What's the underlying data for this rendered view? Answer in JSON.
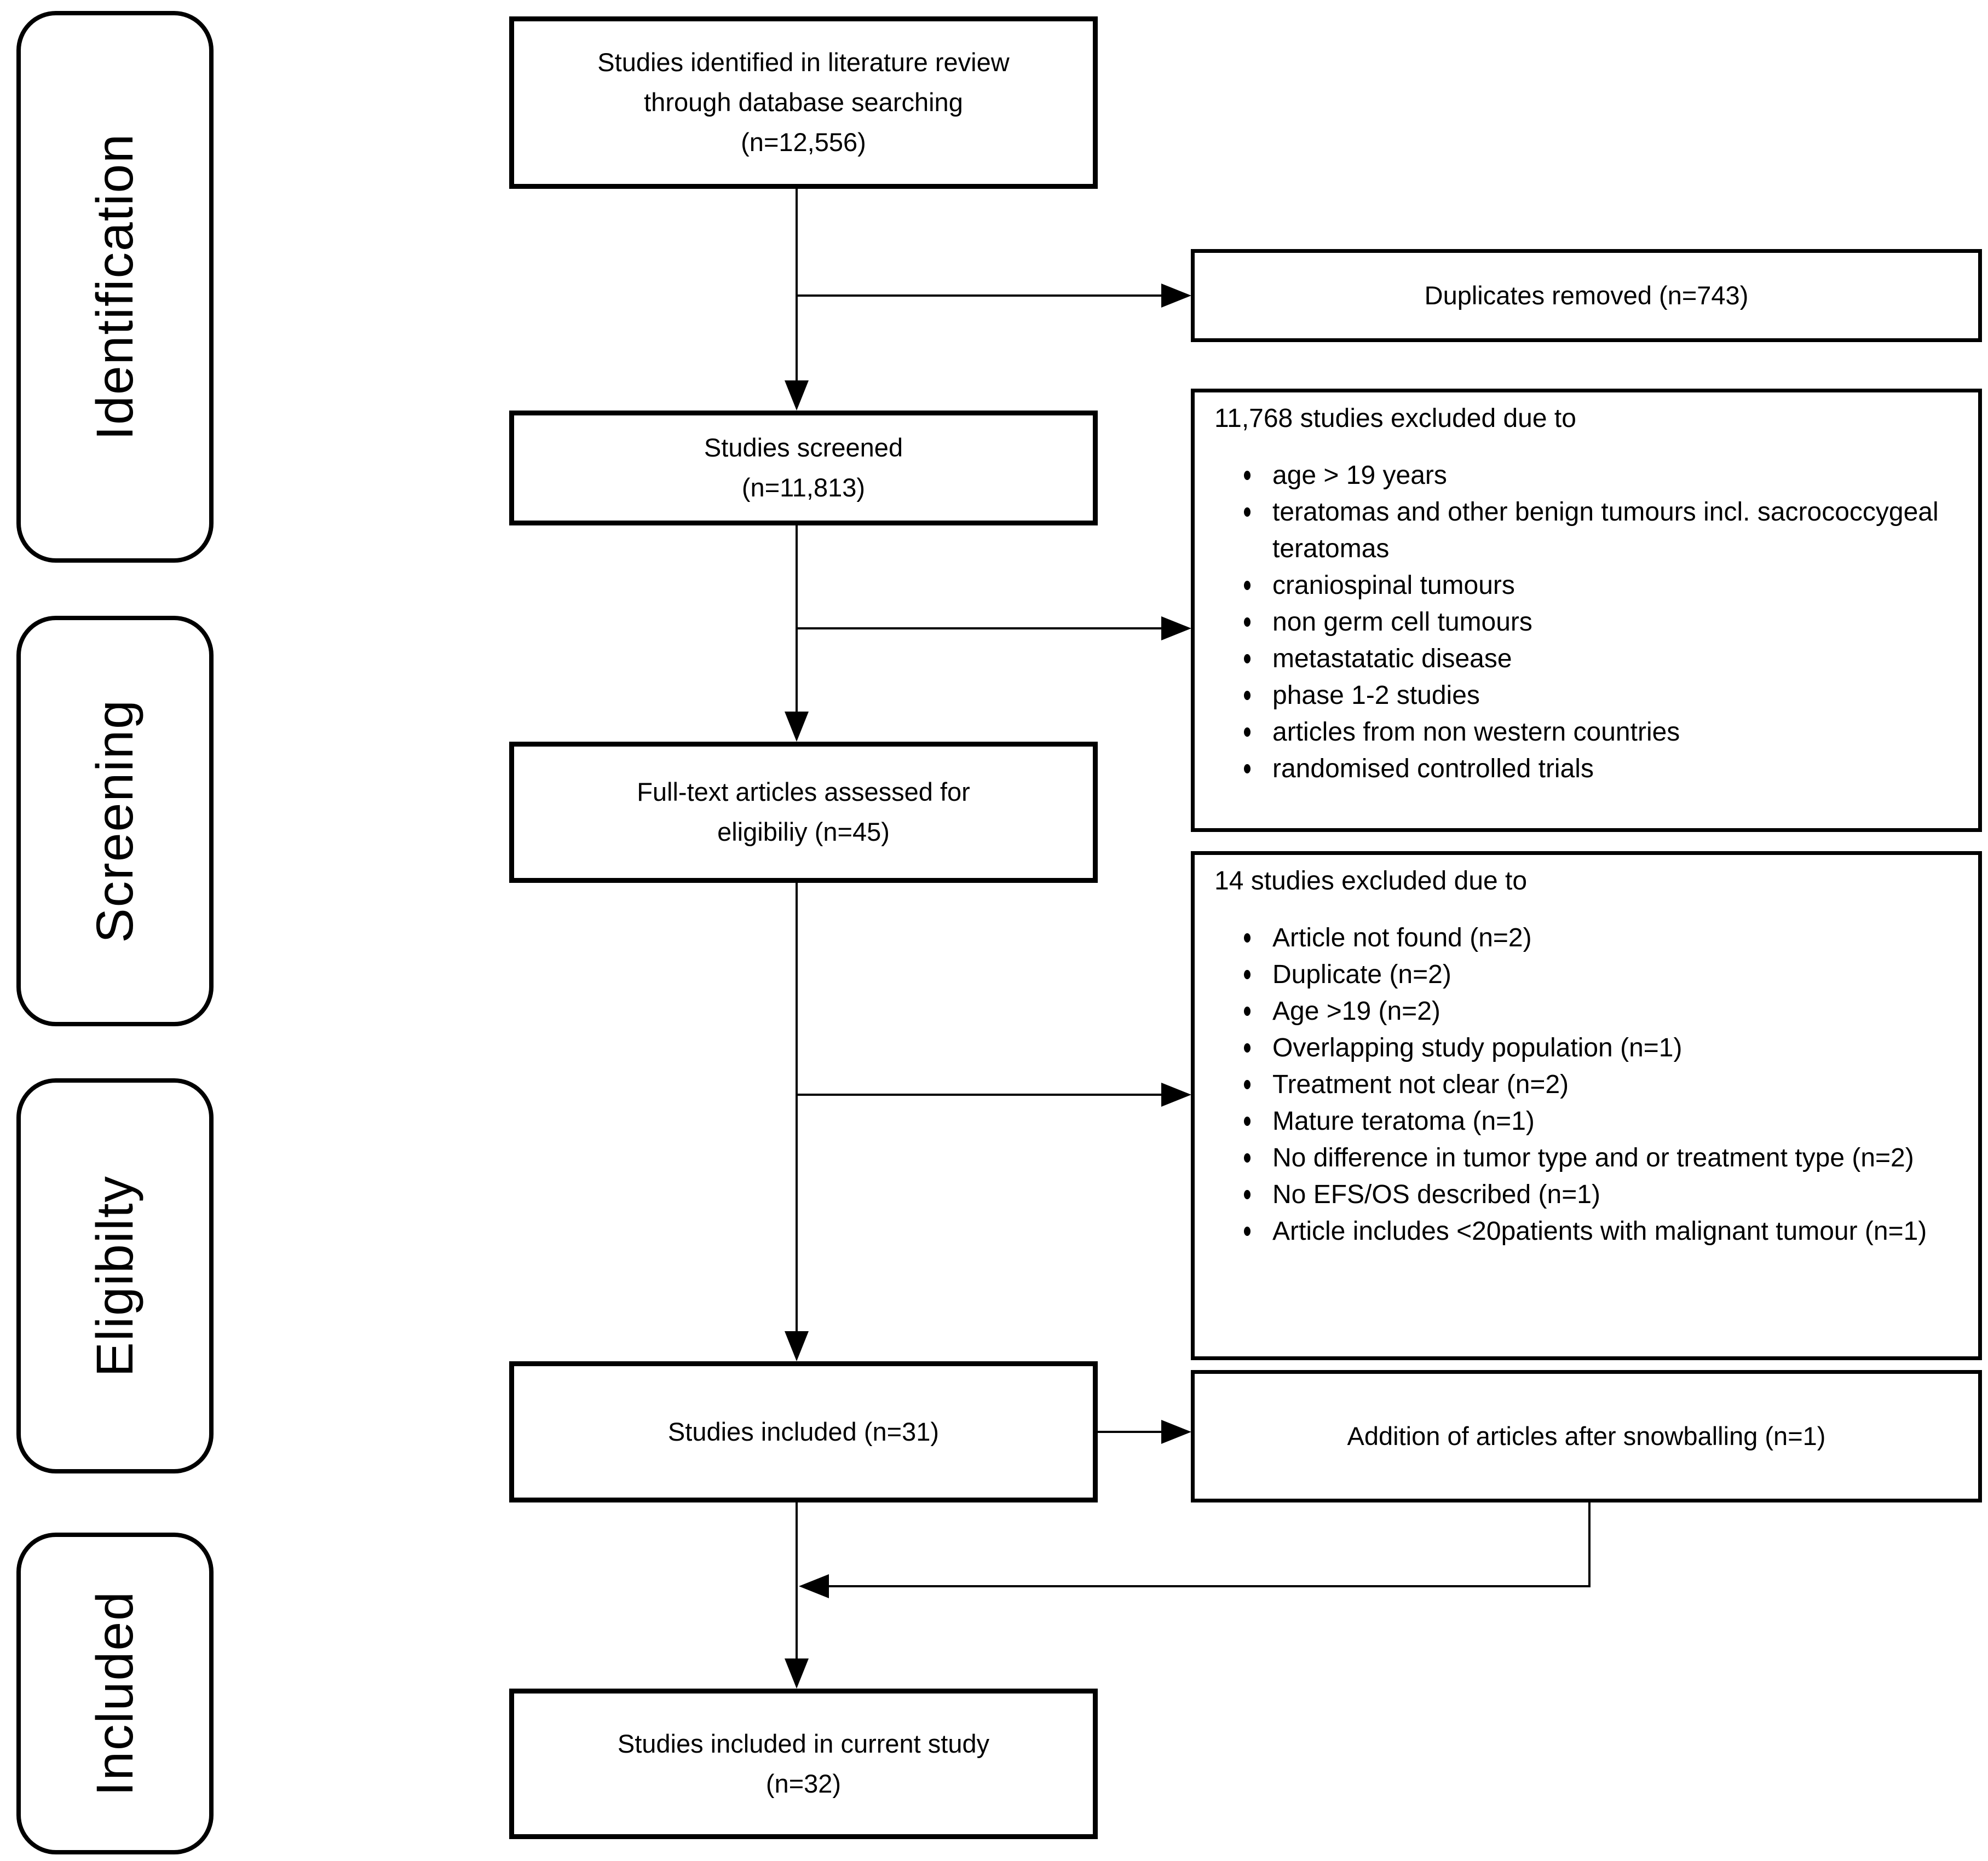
{
  "stages": {
    "identification": "Identification",
    "screening": "Screening",
    "eligibility": "Eligibilty",
    "included": "Included"
  },
  "boxes": {
    "identified": {
      "text": "Studies identified in literature review\nthrough database searching\n(n=12,556)"
    },
    "duplicates": {
      "text": "Duplicates removed (n=743)"
    },
    "screened": {
      "text": "Studies screened\n(n=11,813)"
    },
    "exclusion1": {
      "header": "11,768 studies excluded due to",
      "items": [
        "age > 19 years",
        "teratomas and other benign tumours incl. sacrococcygeal teratomas",
        "craniospinal tumours",
        "non germ cell tumours",
        "metastatatic disease",
        "phase 1-2 studies",
        "articles from non western countries",
        "randomised controlled trials"
      ]
    },
    "fulltext": {
      "text": "Full-text articles assessed for\neligibiliy (n=45)"
    },
    "exclusion2": {
      "header": "14 studies excluded due to",
      "items": [
        "Article not found (n=2)",
        "Duplicate (n=2)",
        "Age >19 (n=2)",
        "Overlapping study population (n=1)",
        "Treatment not clear (n=2)",
        "Mature teratoma (n=1)",
        "No difference in tumor type and or  treatment type (n=2)",
        "No EFS/OS described (n=1)",
        "Article includes <20patients with malignant tumour (n=1)"
      ]
    },
    "included31": {
      "text": "Studies included (n=31)"
    },
    "addition": {
      "text": "Addition of articles after snowballing (n=1)"
    },
    "final": {
      "text": "Studies included in current study\n(n=32)"
    }
  },
  "colors": {
    "ink": "#000000",
    "paper": "#ffffff"
  }
}
